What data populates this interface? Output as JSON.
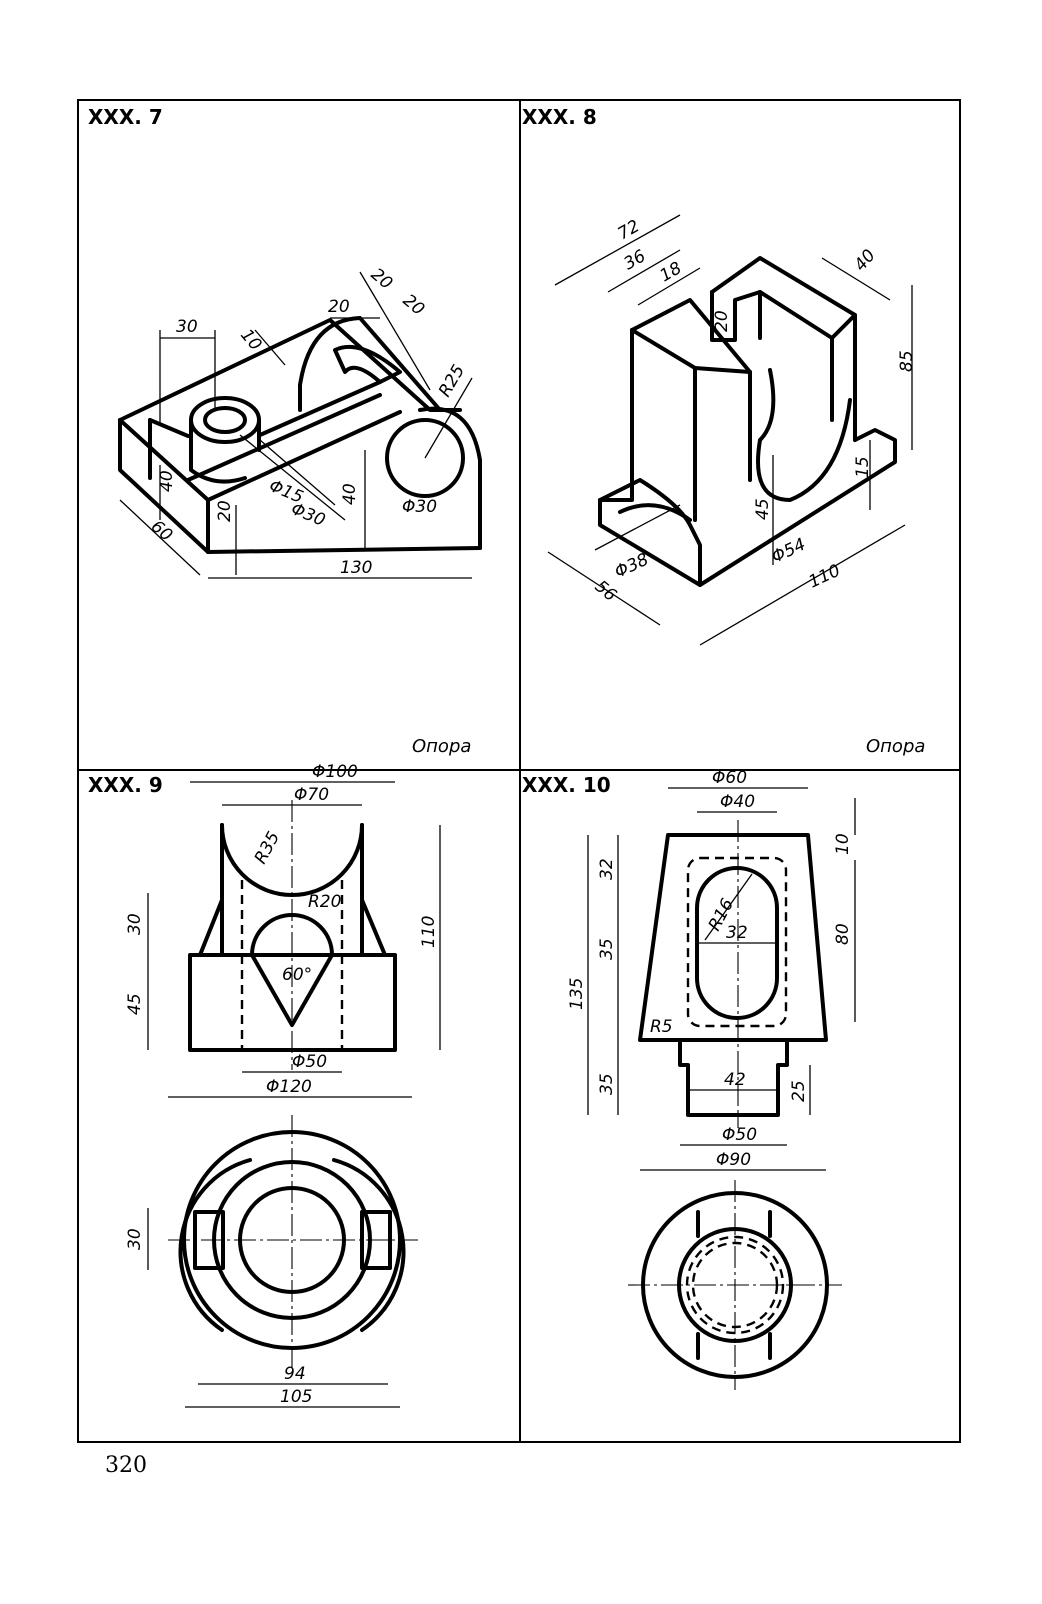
{
  "page_number": "320",
  "panels": [
    {
      "id": "XXX. 7",
      "caption": "Опора",
      "dims": [
        "30",
        "10",
        "20",
        "20",
        "20",
        "R25",
        "40",
        "Φ15",
        "Φ30",
        "40",
        "Φ30",
        "20",
        "60",
        "130"
      ]
    },
    {
      "id": "XXX. 8",
      "caption": "Опора",
      "dims": [
        "72",
        "36",
        "18",
        "20",
        "40",
        "85",
        "15",
        "45",
        "Φ54",
        "110",
        "Φ38",
        "56"
      ]
    },
    {
      "id": "XXX. 9",
      "caption": "",
      "dims": [
        "Φ100",
        "Φ70",
        "R35",
        "R20",
        "30",
        "60°",
        "45",
        "110",
        "Φ50",
        "Φ120",
        "30",
        "94",
        "105"
      ]
    },
    {
      "id": "XXX. 10",
      "caption": "",
      "dims": [
        "Φ60",
        "Φ40",
        "10",
        "32",
        "R16",
        "32",
        "35",
        "80",
        "135",
        "R5",
        "42",
        "35",
        "25",
        "Φ50",
        "Φ90"
      ]
    }
  ]
}
